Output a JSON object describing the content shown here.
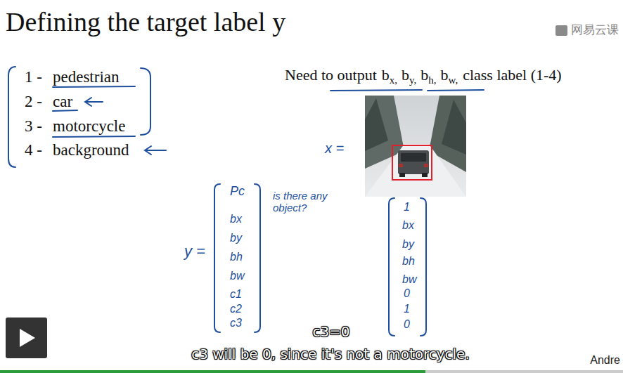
{
  "diagram": {
    "title": "Defining the target label y",
    "labels": [
      "1 -",
      "pedestrian",
      "2 -",
      "car",
      "3 -",
      "motorcycle",
      "4 -",
      "background",
      "Need to output",
      "b",
      "x,",
      "b",
      "y,",
      "b",
      "h,",
      "b",
      "w,",
      "class label (1-4)",
      "x =",
      "y =",
      "Pc",
      "bx",
      "by",
      "bh",
      "bw",
      "c1",
      "c2",
      "c3",
      "is there any object?",
      "1",
      "bx",
      "by",
      "bh",
      "bw",
      "0",
      "1",
      "0",
      "c3=0",
      "c3 will be 0, since it's not a motorcycle.",
      "网易云课",
      "Andre"
    ]
  }
}
